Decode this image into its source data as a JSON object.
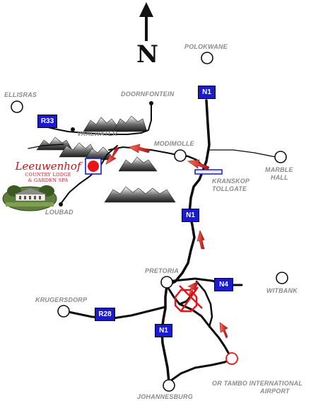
{
  "compass": {
    "letter": "N"
  },
  "hotel": {
    "name": "Leeuwenhof",
    "subtitle_line1": "COUNTRY LODGE",
    "subtitle_line2": "& GARDEN SPA"
  },
  "places": {
    "polokwane": "POLOKWANE",
    "ellisras": "ELLISRAS",
    "doornfontein": "DOORNFONTEIN",
    "vaalwater": "VAALWATER",
    "modimolle": "MODIMOLLE",
    "marble_hall_1": "MARBLE",
    "marble_hall_2": "HALL",
    "kranskop_1": "KRANSKOP",
    "kranskop_2": "TOLLGATE",
    "loubad": "LOUBAD",
    "pretoria": "PRETORIA",
    "witbank": "WITBANK",
    "krugersdorp": "KRUGERSDORP",
    "johannesburg": "JOHANNESBURG",
    "airport_1": "OR TAMBO INTERNATIONAL",
    "airport_2": "AIRPORT"
  },
  "routes": {
    "n1_north": "N1",
    "r33": "R33",
    "n1_mid": "N1",
    "n4": "N4",
    "r28": "R28",
    "n1_south": "N1"
  },
  "colors": {
    "road": "#0b0b0b",
    "route_shield": "#1a1ad0",
    "arrow": "#d62020",
    "destination": "#e8141a",
    "label": "#8a8a8a"
  }
}
